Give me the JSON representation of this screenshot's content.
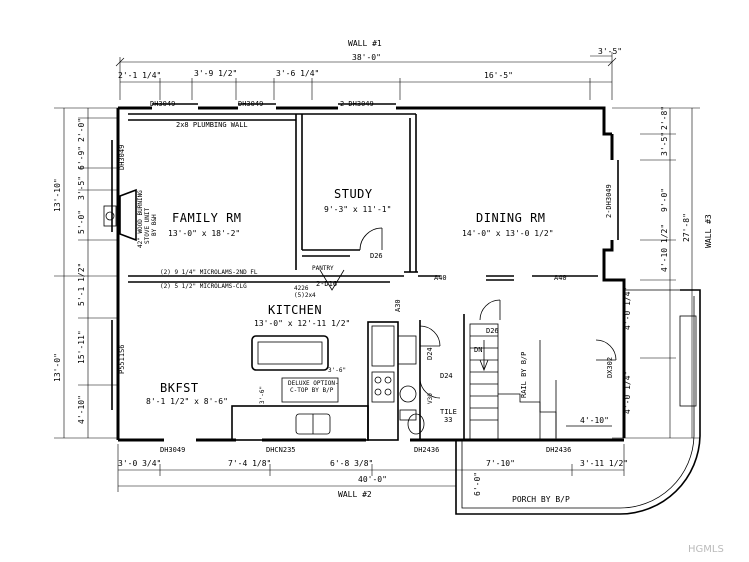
{
  "walls": {
    "top": "WALL #1",
    "bottom": "WALL #2",
    "right": "WALL #3"
  },
  "rooms": {
    "family": {
      "name": "FAMILY RM",
      "size": "13'-0\" x 18'-2\""
    },
    "study": {
      "name": "STUDY",
      "size": "9'-3\" x 11'-1\""
    },
    "dining": {
      "name": "DINING RM",
      "size": "14'-0\" x 13'-0 1/2\""
    },
    "kitchen": {
      "name": "KITCHEN",
      "size": "13'-0\" x 12'-11 1/2\""
    },
    "bkfst": {
      "name": "BKFST",
      "size": "8'-1 1/2\" x 8'-6\""
    },
    "porch": {
      "name": "PORCH BY B/P"
    },
    "pantry": {
      "name": "PANTRY"
    },
    "tile": {
      "name": "TILE",
      "number": "33"
    }
  },
  "dimensions": {
    "overall_top": "38'-0\"",
    "overall_bottom": "40'-0\"",
    "top_1": "2'-1 1/4\"",
    "top_2": "3'-9 1/2\"",
    "top_3": "3'-6 1/4\"",
    "top_4": "16'-5\"",
    "top_5": "3'-5\"",
    "bottom_1": "3'-0 3/4\"",
    "bottom_2": "7'-4 1/8\"",
    "bottom_3": "6'-8 3/8\"",
    "bottom_4": "7'-10\"",
    "bottom_5": "3'-11 1/2\"",
    "left_1": "2'-0\"",
    "left_2": "6'-9\"",
    "left_3": "13'-10\"",
    "left_4": "3'-5\"",
    "left_5": "5'-0\"",
    "left_6": "5'-1 1/2\"",
    "left_7": "15'-11\"",
    "left_8": "13'-0\"",
    "left_9": "4'-10\"",
    "right_1": "2'-8\"",
    "right_2": "3'-5\"",
    "right_3": "9'-0\"",
    "right_4": "27'-8\"",
    "right_5": "4'-10 1/2\"",
    "right_6": "4'-0 1/4\"",
    "right_7": "4'-0 1/4\"",
    "porch_depth": "6'-0\"",
    "stair_width": "4'-10\"",
    "counter_1": "3'-6\"",
    "counter_2": "3'-6\""
  },
  "windows": {
    "top_1": "DH3049",
    "top_2": "DH3049",
    "top_3": "2-DH3049",
    "left_1": "DH3049",
    "left_2": "P5511S6",
    "right_1": "2-DH3049",
    "right_2": "DX302",
    "bottom_1": "DH3049",
    "bottom_2": "DHCN235",
    "bottom_3": "DH2436",
    "bottom_4": "DH2436"
  },
  "labels": {
    "plumbing_wall": "2x8 PLUMBING WALL",
    "stove": "42\" WOOD BURNING",
    "stove_2": "STOVE UNIT",
    "stove_3": "BY B&H",
    "beam_1": "(2) 9 1/4\" MICROLAMS-2ND FL",
    "beam_2": "(2) 5 1/2\" MICROLAMS-CLG",
    "beam_3": "4226",
    "beam_4": "(5)2x4",
    "door_d26": "D26",
    "door_d26b": "D26",
    "door_2d16": "2-D16",
    "door_d24": "D24",
    "door_d24b": "D24",
    "a40_1": "A40",
    "a40_2": "A40",
    "a30": "A30",
    "v30": "V30",
    "deluxe_1": "DELUXE OPTION-",
    "deluxe_2": "C-TOP BY B/P",
    "rail": "RAIL BY B/P",
    "dn": "DN"
  },
  "watermark": "HGMLS"
}
